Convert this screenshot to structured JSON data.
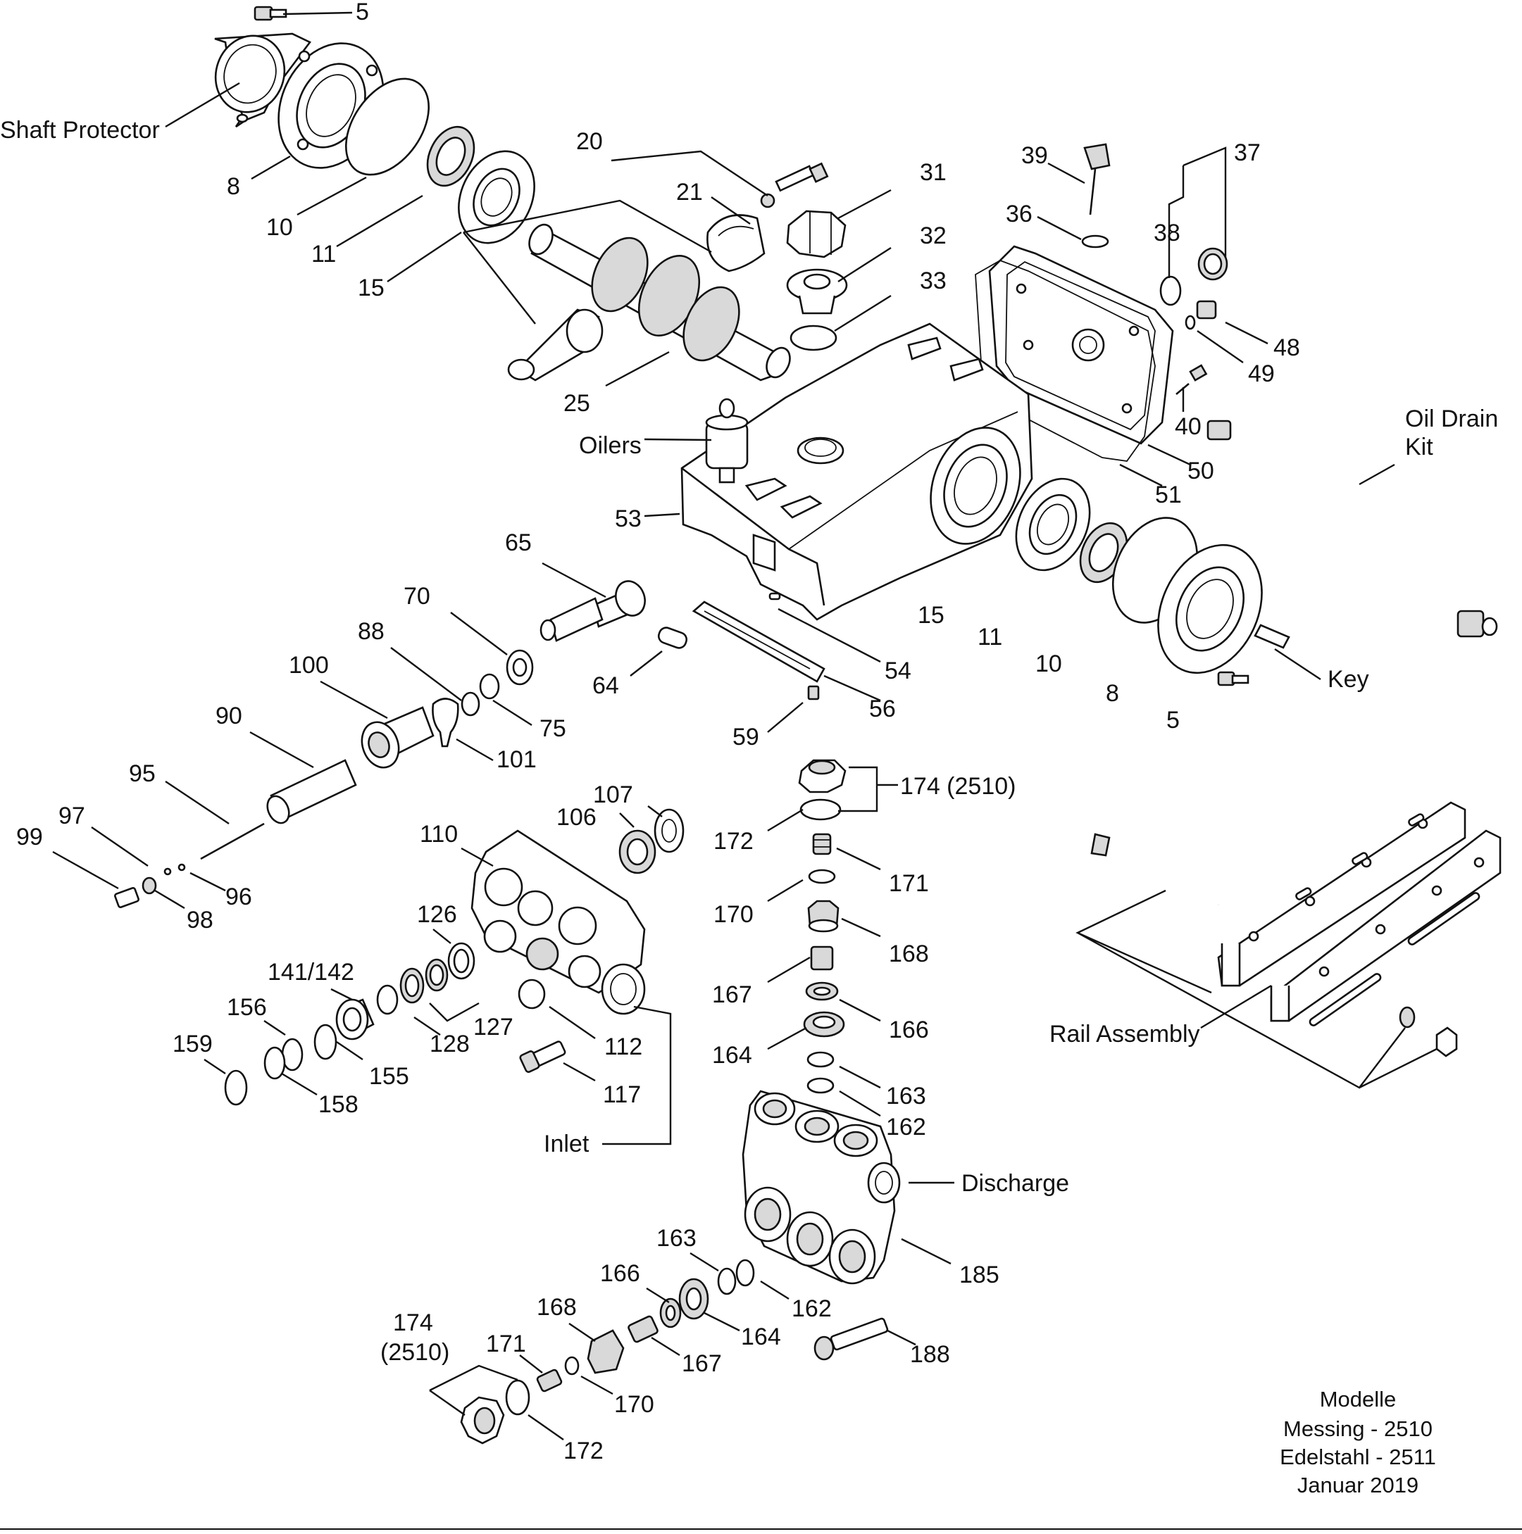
{
  "diagram": {
    "part_numbers": {
      "p5_top": "5",
      "p8_left": "8",
      "p10_left": "10",
      "p11_left": "11",
      "p15_left": "15",
      "p20": "20",
      "p21": "21",
      "p25": "25",
      "p31": "31",
      "p32": "32",
      "p33": "33",
      "p39": "39",
      "p36": "36",
      "p37": "37",
      "p38": "38",
      "p48": "48",
      "p49": "49",
      "p40": "40",
      "p50": "50",
      "p51": "51",
      "p53": "53",
      "p65": "65",
      "p70": "70",
      "p64": "64",
      "p54": "54",
      "p56": "56",
      "p59": "59",
      "p88": "88",
      "p75": "75",
      "p100": "100",
      "p101": "101",
      "p90": "90",
      "p95": "95",
      "p97": "97",
      "p99": "99",
      "p96": "96",
      "p98": "98",
      "p15_right": "15",
      "p11_right": "11",
      "p10_right": "10",
      "p8_right": "8",
      "p5_right": "5",
      "p107": "107",
      "p106": "106",
      "p110": "110",
      "p126": "126",
      "p141_142": "141/142",
      "p156": "156",
      "p159": "159",
      "p127": "127",
      "p128": "128",
      "p155": "155",
      "p158": "158",
      "p112": "112",
      "p117": "117",
      "p174_top": "174 (2510)",
      "p172_top": "172",
      "p171_top": "171",
      "p170_top": "170",
      "p168_top": "168",
      "p167_top": "167",
      "p166_top": "166",
      "p164_top": "164",
      "p163_top": "163",
      "p162_top": "162",
      "p185": "185",
      "p163_bot": "163",
      "p166_bot": "166",
      "p162_bot": "162",
      "p168_bot": "168",
      "p164_bot": "164",
      "p167_bot": "167",
      "p171_bot": "171",
      "p170_bot": "170",
      "p172_bot": "172",
      "p174_bot_num": "174",
      "p174_bot_model": "(2510)",
      "p188": "188"
    },
    "names": {
      "shaft_protector": "Shaft Protector",
      "oilers": "Oilers",
      "oil_drain_line1": "Oil Drain",
      "oil_drain_line2": "Kit",
      "key": "Key",
      "inlet": "Inlet",
      "discharge": "Discharge",
      "rail_assembly": "Rail Assembly"
    },
    "model_note": {
      "line1": "Modelle",
      "line2": "Messing - 2510",
      "line3": "Edelstahl - 2511",
      "line4": "Januar 2019"
    }
  }
}
